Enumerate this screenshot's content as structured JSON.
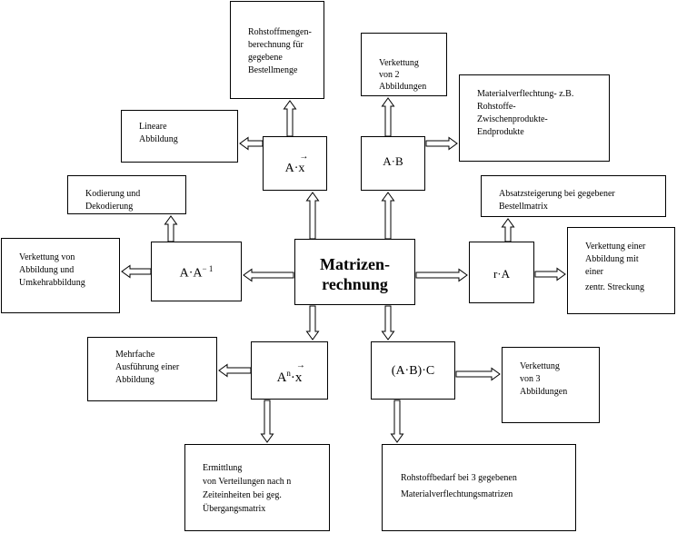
{
  "center": {
    "line1": "Matrizen-",
    "line2": "rechnung"
  },
  "ops": {
    "ax": {
      "pre": "A·",
      "vec": "x"
    },
    "ab": "A·B",
    "ainv": {
      "base": "A·A",
      "exp": "− 1"
    },
    "ra": "r·A",
    "anx": {
      "base": "A",
      "exp": "n",
      "dot": "·",
      "vec": "x"
    },
    "abc": "(A·B)·C"
  },
  "boxes": {
    "rohstoffmengen": [
      "Rohstoffmengen-",
      "berechnung für",
      "gegebene",
      "Bestellmenge"
    ],
    "verkettung2": [
      "Verkettung",
      "von  2",
      "Abbildungen"
    ],
    "material": [
      "Materialverflechtung- z.B.",
      "Rohstoffe-",
      "Zwischenprodukte-",
      "Endprodukte"
    ],
    "linear": [
      "Lineare",
      "Abbildung"
    ],
    "kodierung": [
      "Kodierung und",
      "Dekodierung"
    ],
    "absatz": [
      "Absatzsteigerung bei gegebener",
      "Bestellmatrix"
    ],
    "umkehr": [
      "Verkettung von",
      "Abbildung und",
      "Umkehrabbildung"
    ],
    "streckung": [
      "Verkettung einer",
      "Abbildung mit",
      "einer",
      "zentr. Streckung"
    ],
    "mehrfach": [
      "Mehrfache",
      "Ausführung einer",
      "Abbildung"
    ],
    "verkettung3": [
      "Verkettung",
      "von 3",
      "Abbildungen"
    ],
    "ermittlung": [
      "Ermittlung",
      "von Verteilungen nach n",
      "Zeiteinheiten bei geg.",
      "Übergangsmatrix"
    ],
    "rohstoffbedarf": [
      "Rohstoffbedarf bei 3 gegebenen",
      "Materialverflechtungsmatrizen"
    ]
  }
}
